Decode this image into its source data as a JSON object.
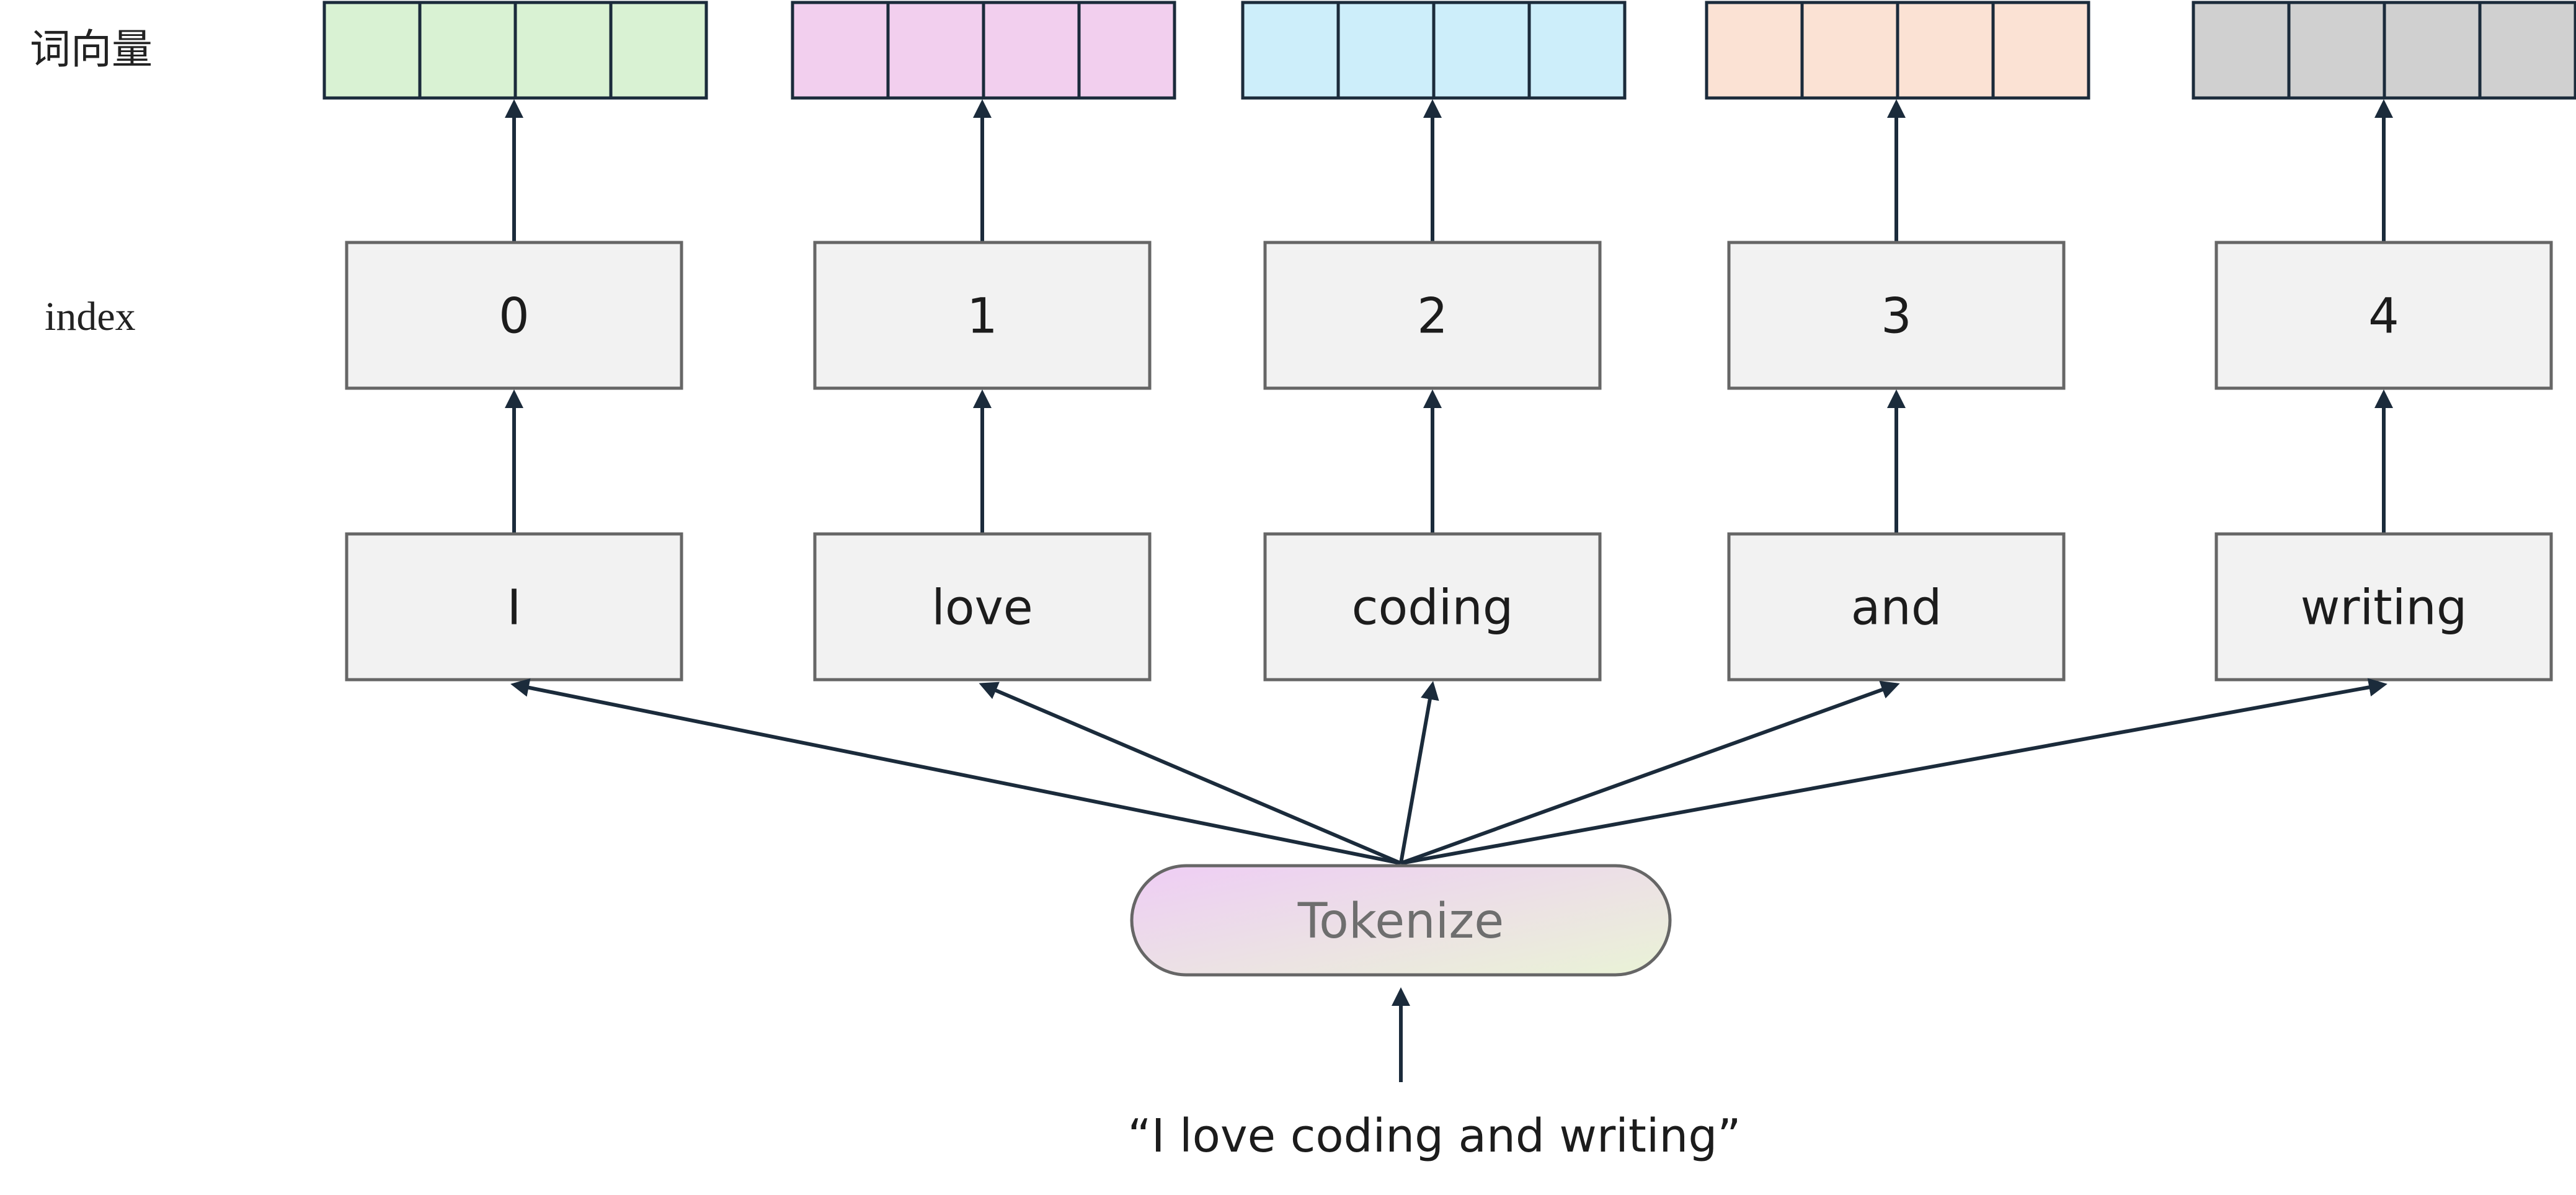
{
  "row_labels": {
    "vectors": "词向量",
    "index": "index"
  },
  "tokens": [
    {
      "word": "I",
      "index": "0",
      "vector_color": "#d9f2d3",
      "vector_cells": 4
    },
    {
      "word": "love",
      "index": "1",
      "vector_color": "#f2cfee",
      "vector_cells": 4
    },
    {
      "word": "coding",
      "index": "2",
      "vector_color": "#cdeefa",
      "vector_cells": 4
    },
    {
      "word": "and",
      "index": "3",
      "vector_color": "#fbe2d4",
      "vector_cells": 4
    },
    {
      "word": "writing",
      "index": "4",
      "vector_color": "#d0d0d0",
      "vector_cells": 4
    }
  ],
  "tokenizer": {
    "label": "Tokenize",
    "gradient_start": "#eecdf5",
    "gradient_end": "#eaf3d6"
  },
  "input": {
    "text": "“I love coding and writing”"
  },
  "colors": {
    "box_fill": "#f2f2f2",
    "box_stroke": "#666666",
    "vector_stroke": "#1b2b3b",
    "arrow": "#1b2b3b"
  }
}
